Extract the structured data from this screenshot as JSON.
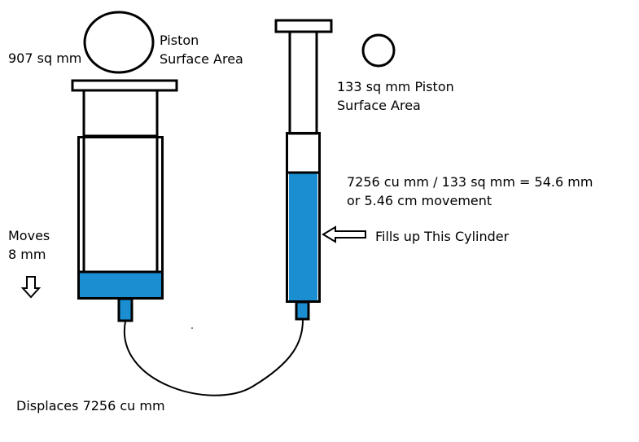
{
  "labels": {
    "large_area": "907 sq mm",
    "large_piston_line1": "Piston",
    "large_piston_line2": "Surface Area",
    "small_piston_line1": "133 sq mm  Piston",
    "small_piston_line2": "Surface Area",
    "calc_line1": "7256 cu mm / 133 sq mm = 54.6 mm",
    "calc_line2": "or 5.46 cm movement",
    "fills": "Fills up This Cylinder",
    "moves_line1": "Moves",
    "moves_line2": "8 mm",
    "displaces": "Displaces 7256 cu mm"
  },
  "colors": {
    "fluid": "#1b8ed1",
    "stroke": "#000000",
    "background": "#ffffff"
  }
}
